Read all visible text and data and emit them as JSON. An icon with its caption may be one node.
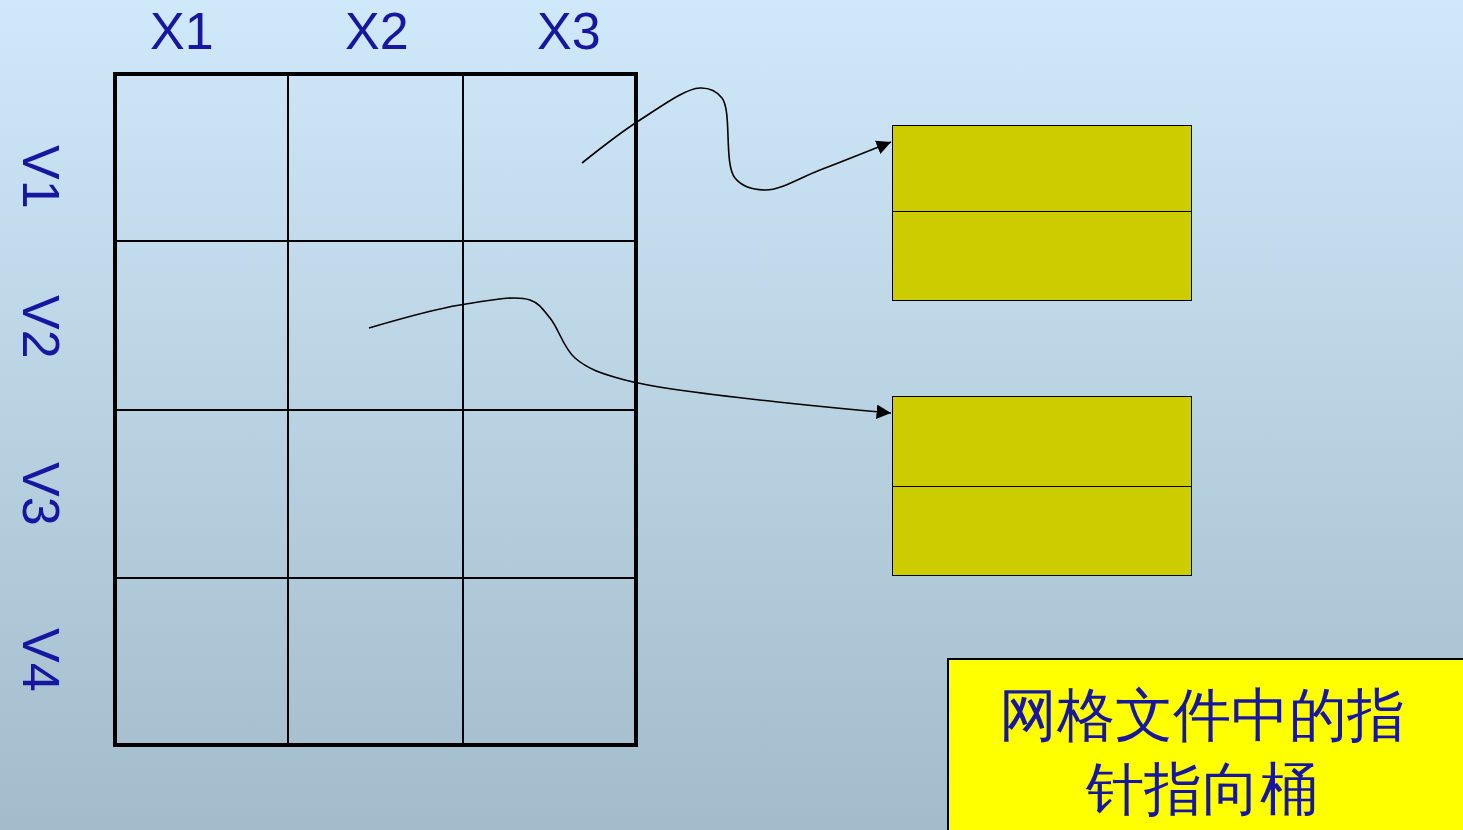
{
  "diagram": {
    "nodes": [
      {
        "text": [],
        "shape": "box"
      },
      {
        "text": [],
        "shape": "box"
      },
      {
        "text": [],
        "shape": "box"
      },
      {
        "text": [
          "网格文件中的指针指向桶"
        ]
      }
    ],
    "edges": [
      {
        "from": 0,
        "to": 1,
        "arrow": "to"
      },
      {
        "from": 0,
        "to": 2,
        "arrow": "to"
      }
    ],
    "labels": [
      "X1",
      "X2",
      "X3",
      "V1",
      "V2",
      "V3",
      "V4"
    ]
  }
}
